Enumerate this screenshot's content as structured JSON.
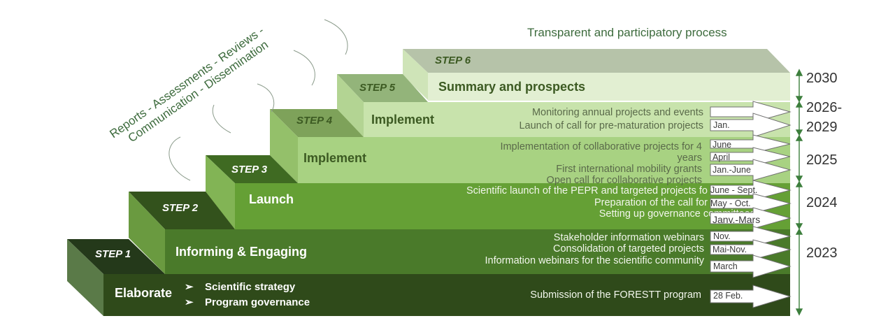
{
  "header": {
    "title": "Transparent and participatory process"
  },
  "arc_text": {
    "line1": "Reports - Assessments - Reviews -",
    "line2": "Communication - Dissemination"
  },
  "steps": [
    {
      "step": "STEP 1",
      "title": "Elaborate",
      "bullets": [
        "Scientific strategy",
        "Program governance"
      ]
    },
    {
      "step": "STEP 2",
      "title": "Informing & Engaging"
    },
    {
      "step": "STEP 3",
      "title": "Launch"
    },
    {
      "step": "STEP 4",
      "title": "Implement"
    },
    {
      "step": "STEP 5",
      "title": "Implement"
    },
    {
      "step": "STEP 6",
      "title": "Summary and prospects"
    }
  ],
  "events": [
    {
      "text": "Submission of the FORESTT program",
      "date": "28 Feb."
    },
    {
      "text": "Information webinars for the scientific community",
      "date": "March"
    },
    {
      "text": "Consolidation of targeted projects",
      "date": "Mai-Nov."
    },
    {
      "text": "Stakeholder information webinars",
      "date": "Nov."
    },
    {
      "text": "Setting up governance committees",
      "date": "Janv.-Mars"
    },
    {
      "text": "Preparation of the call for",
      "date": "May - Oct."
    },
    {
      "text": "Scientific launch of the PEPR and targeted projects fo",
      "date": "June - Sept."
    },
    {
      "text": "Open call for collaborative projects",
      "date": ""
    },
    {
      "text": "First international mobility grants",
      "date": "Jan.-June"
    },
    {
      "text_line1": "Implementation of collaborative projects for 4",
      "text_line2": "years",
      "date": "April",
      "date2": "June"
    },
    {
      "text": "Launch of call for pre-maturation projects",
      "date": "Jan."
    },
    {
      "text": "Monitoring annual projects and events",
      "date": ""
    }
  ],
  "years": [
    "2023",
    "2024",
    "2025",
    "2026-",
    "2029",
    "2030"
  ],
  "bullet_icon": "arrowhead-bullet-icon",
  "colors": {
    "step1": "#2f4a1a",
    "step2": "#4a7a2a",
    "step3": "#65a035",
    "step4": "#a8d282",
    "step5": "#c8e3ac",
    "step6": "#e2efd2",
    "top_text": "#3d6b3d",
    "timeline": "#3d7f3d"
  }
}
